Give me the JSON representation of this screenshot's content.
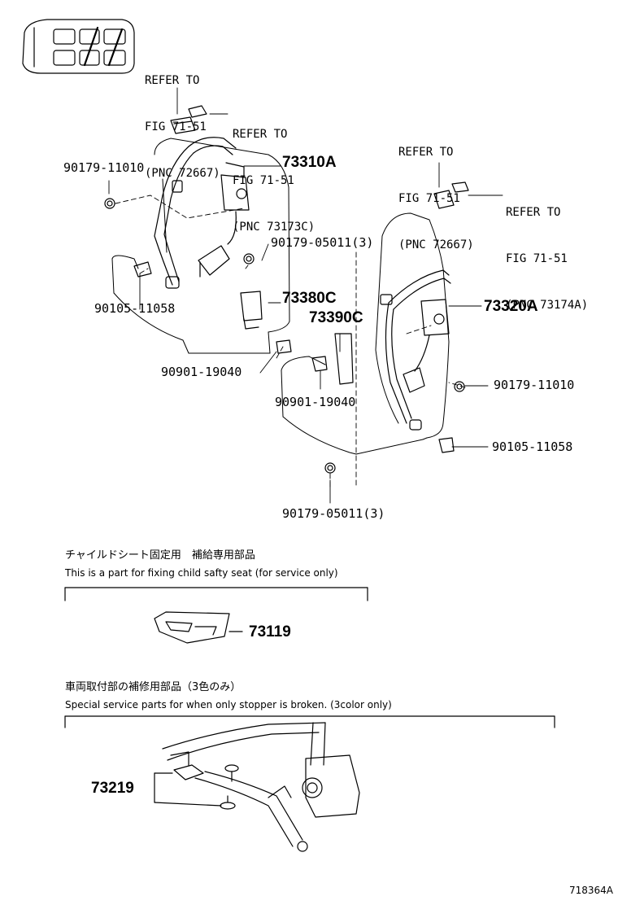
{
  "refs": {
    "ref1": [
      "REFER TO",
      "FIG 71-51",
      "(PNC 72667)"
    ],
    "ref2": [
      "REFER TO",
      "FIG 71-51",
      "(PNC 73173C)"
    ],
    "ref3": [
      "REFER TO",
      "FIG 71-51",
      "(PNC 72667)"
    ],
    "ref4": [
      "REFER TO",
      "FIG 71-51",
      "(PNC 73174A)"
    ]
  },
  "parts": {
    "p73310a": "73310A",
    "p73320a": "73320A",
    "p73380c": "73380C",
    "p73390c": "73390C",
    "p73119": "73119",
    "p73219": "73219",
    "p9017911010_left": "90179-11010",
    "p9017911010_right": "90179-11010",
    "p9017905011_upper": "90179-05011(3)",
    "p9017905011_lower": "90179-05011(3)",
    "p9010511058_left": "90105-11058",
    "p9010511058_right": "90105-11058",
    "p9090119040_left": "90901-19040",
    "p9090119040_mid": "90901-19040"
  },
  "notes": {
    "child_jp": "チャイルドシート固定用　補給専用部品",
    "child_en": "This is a part for fixing child safty seat (for service only)",
    "stopper_jp": "車両取付部の補修用部品（3色のみ）",
    "stopper_en": "Special service parts for when only stopper is broken. (3color only)"
  },
  "figure_id": "718364A"
}
